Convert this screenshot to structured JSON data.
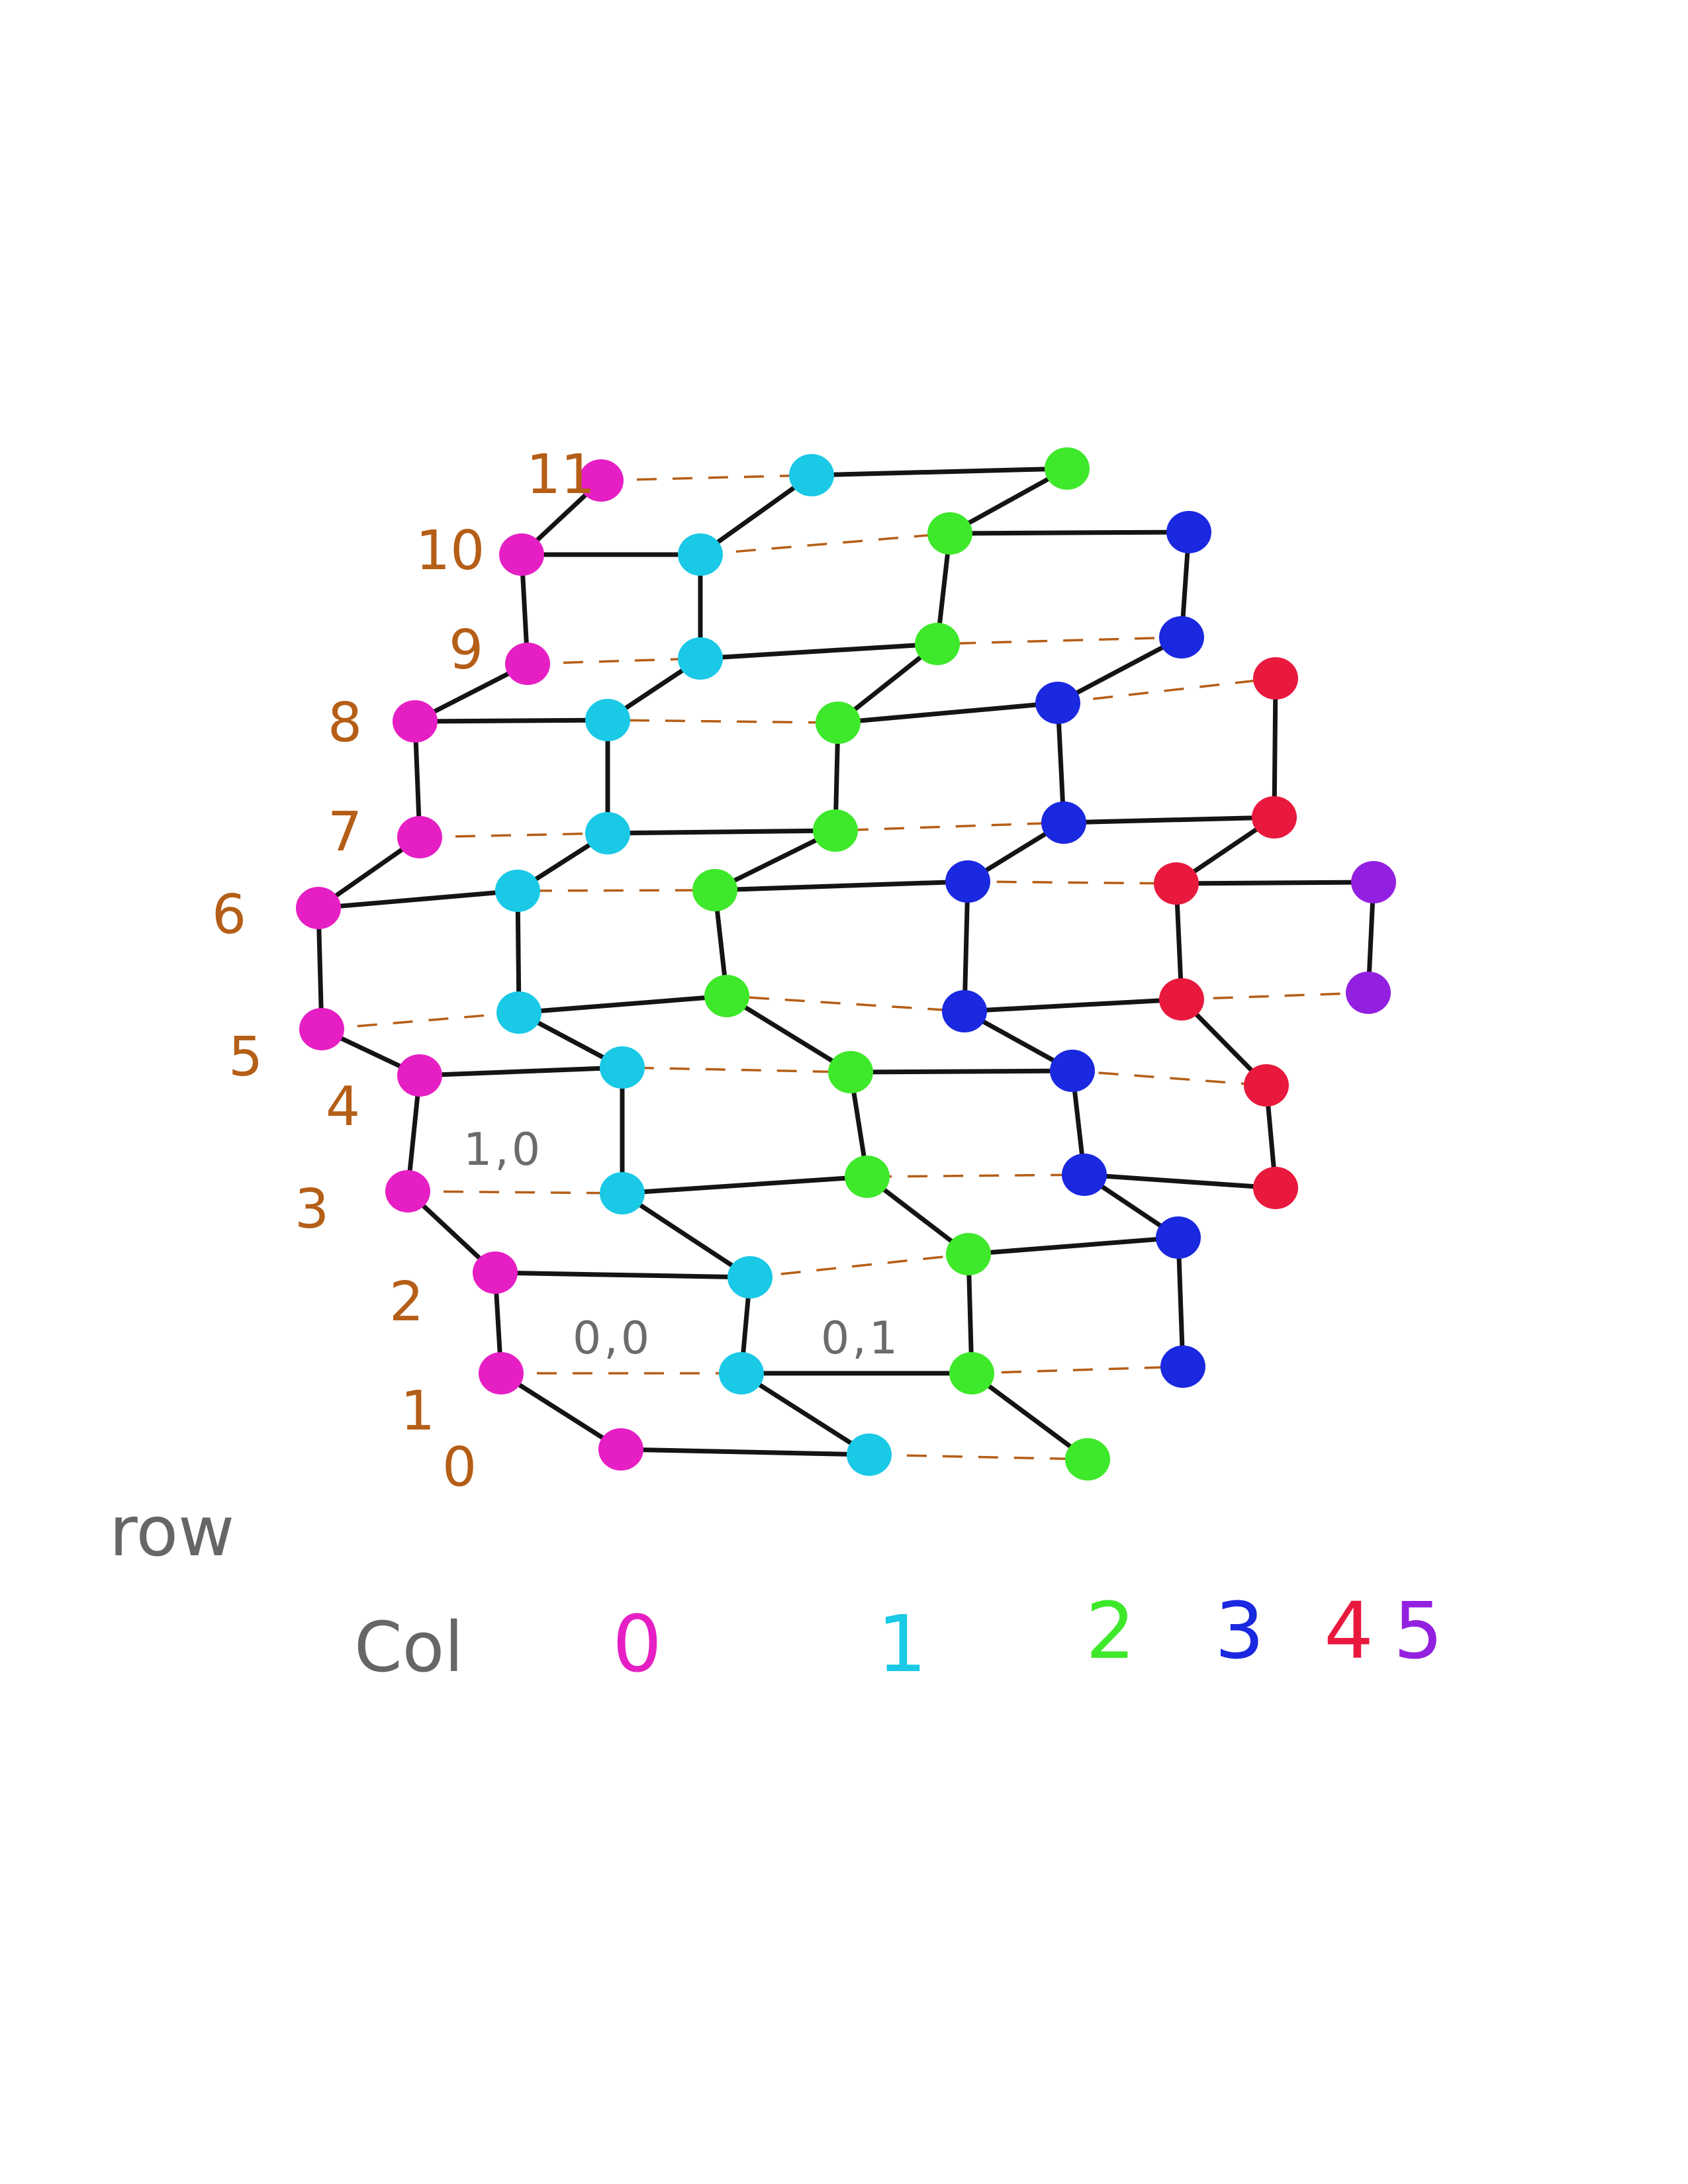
{
  "row_axis_label": "row",
  "col_axis_label": "Col",
  "row_labels": [
    "0",
    "1",
    "2",
    "3",
    "4",
    "5",
    "6",
    "7",
    "8",
    "9",
    "10",
    "11"
  ],
  "col_labels": [
    "0",
    "1",
    "2",
    "3",
    "4",
    "5"
  ],
  "cell_labels": [
    "1,0",
    "0,0",
    "0,1"
  ],
  "colors": {
    "col_0": "#e61fc4",
    "col_1": "#19c9e6",
    "col_2": "#3ee82a",
    "col_3": "#1a28e0",
    "col_4": "#e8193d",
    "col_5": "#9320e0",
    "edges": "#141414",
    "row_guides": "#b55e17",
    "row_labels": "#b55e17",
    "cell_labels": "#6b6b6b"
  },
  "vertices": [
    {
      "row": 0,
      "col": 0
    },
    {
      "row": 1,
      "col": 0
    },
    {
      "row": 2,
      "col": 0
    },
    {
      "row": 3,
      "col": 0
    },
    {
      "row": 4,
      "col": 0
    },
    {
      "row": 5,
      "col": 0
    },
    {
      "row": 6,
      "col": 0
    },
    {
      "row": 7,
      "col": 0
    },
    {
      "row": 8,
      "col": 0
    },
    {
      "row": 9,
      "col": 0
    },
    {
      "row": 10,
      "col": 0
    },
    {
      "row": 11,
      "col": 0
    },
    {
      "row": 0,
      "col": 1
    },
    {
      "row": 1,
      "col": 1
    },
    {
      "row": 2,
      "col": 1
    },
    {
      "row": 3,
      "col": 1
    },
    {
      "row": 4,
      "col": 1
    },
    {
      "row": 5,
      "col": 1
    },
    {
      "row": 6,
      "col": 1
    },
    {
      "row": 7,
      "col": 1
    },
    {
      "row": 8,
      "col": 1
    },
    {
      "row": 9,
      "col": 1
    },
    {
      "row": 10,
      "col": 1
    },
    {
      "row": 11,
      "col": 1
    },
    {
      "row": 0,
      "col": 2
    },
    {
      "row": 1,
      "col": 2
    },
    {
      "row": 2,
      "col": 2
    },
    {
      "row": 3,
      "col": 2
    },
    {
      "row": 4,
      "col": 2
    },
    {
      "row": 5,
      "col": 2
    },
    {
      "row": 6,
      "col": 2
    },
    {
      "row": 7,
      "col": 2
    },
    {
      "row": 8,
      "col": 2
    },
    {
      "row": 9,
      "col": 2
    },
    {
      "row": 10,
      "col": 2
    },
    {
      "row": 11,
      "col": 2
    },
    {
      "row": 1,
      "col": 3
    },
    {
      "row": 2,
      "col": 3
    },
    {
      "row": 3,
      "col": 3
    },
    {
      "row": 4,
      "col": 3
    },
    {
      "row": 5,
      "col": 3
    },
    {
      "row": 6,
      "col": 3
    },
    {
      "row": 7,
      "col": 3
    },
    {
      "row": 8,
      "col": 3
    },
    {
      "row": 9,
      "col": 3
    },
    {
      "row": 10,
      "col": 3
    },
    {
      "row": 3,
      "col": 4
    },
    {
      "row": 4,
      "col": 4
    },
    {
      "row": 5,
      "col": 4
    },
    {
      "row": 6,
      "col": 4
    },
    {
      "row": 7,
      "col": 4
    },
    {
      "row": 8,
      "col": 4
    },
    {
      "row": 5,
      "col": 5
    },
    {
      "row": 6,
      "col": 5
    }
  ]
}
